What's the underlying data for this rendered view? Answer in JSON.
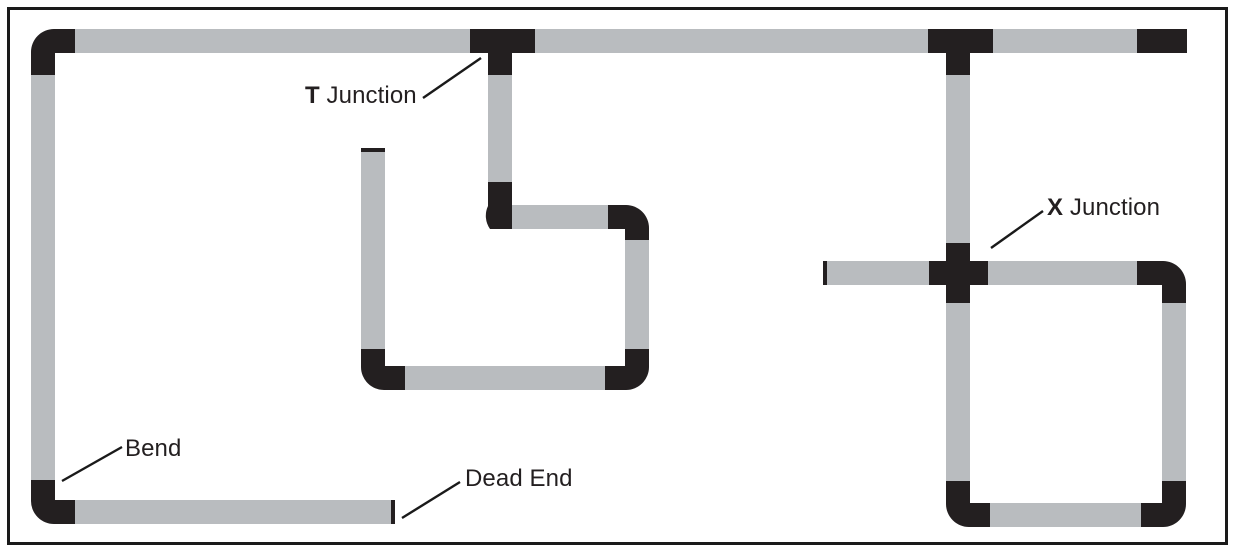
{
  "figure": {
    "kind": "pipe-network-terminology-diagram",
    "frame": {
      "stroke": "#1a1a1a",
      "stroke_width": 3,
      "fill": "#ffffff"
    },
    "palette": {
      "pipe_fill": "#b9bcbf",
      "fitting_fill": "#231f20",
      "label_text": "#231f20",
      "leader_line": "#1a1a1a",
      "background": "#ffffff"
    }
  },
  "labels": [
    {
      "id": "t-junction",
      "key": "T",
      "word": "Junction",
      "full_text": "T Junction",
      "points_to": "top-t-fitting"
    },
    {
      "id": "x-junction",
      "key": "X",
      "word": "Junction",
      "full_text": "X Junction",
      "points_to": "cross-fitting"
    },
    {
      "id": "bend",
      "key": "",
      "word": "Bend",
      "full_text": "Bend",
      "points_to": "bottom-left-elbow"
    },
    {
      "id": "dead-end",
      "key": "",
      "word": "Dead End",
      "full_text": "Dead End",
      "points_to": "bottom-pipe-end-cap"
    }
  ],
  "features": {
    "bends": 10,
    "t_junctions": 2,
    "x_junctions": 1,
    "dead_ends": 4
  }
}
